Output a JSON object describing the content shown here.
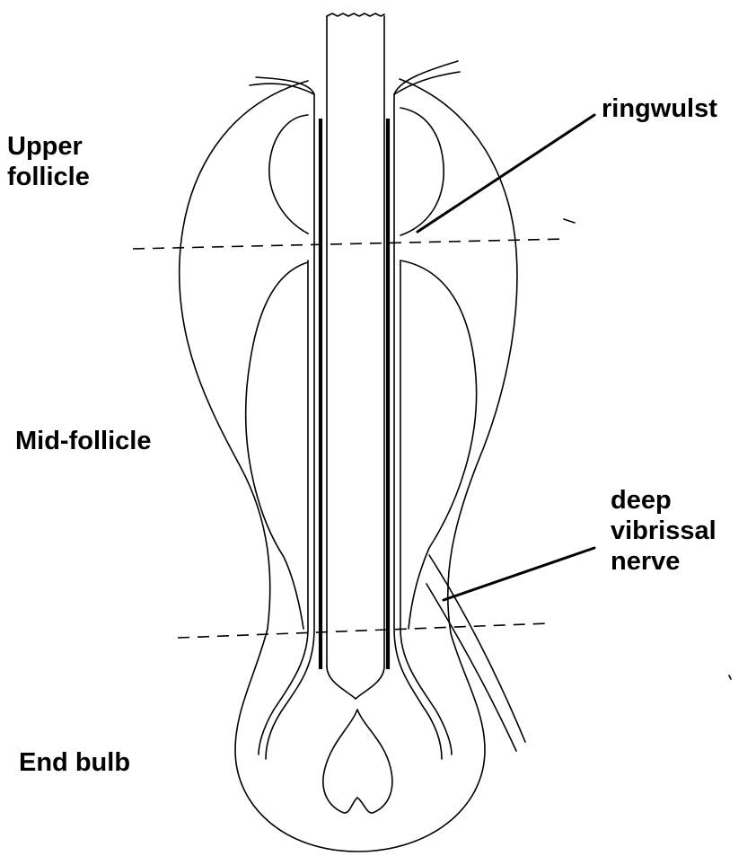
{
  "labels": {
    "upper_follicle_line1": "Upper",
    "upper_follicle_line2": "follicle",
    "mid_follicle": "Mid-follicle",
    "end_bulb": "End bulb",
    "ringwulst": "ringwulst",
    "nerve_line1": "deep",
    "nerve_line2": "vibrissal",
    "nerve_line3": "nerve"
  },
  "colors": {
    "ink": "#000000",
    "background": "#ffffff"
  }
}
